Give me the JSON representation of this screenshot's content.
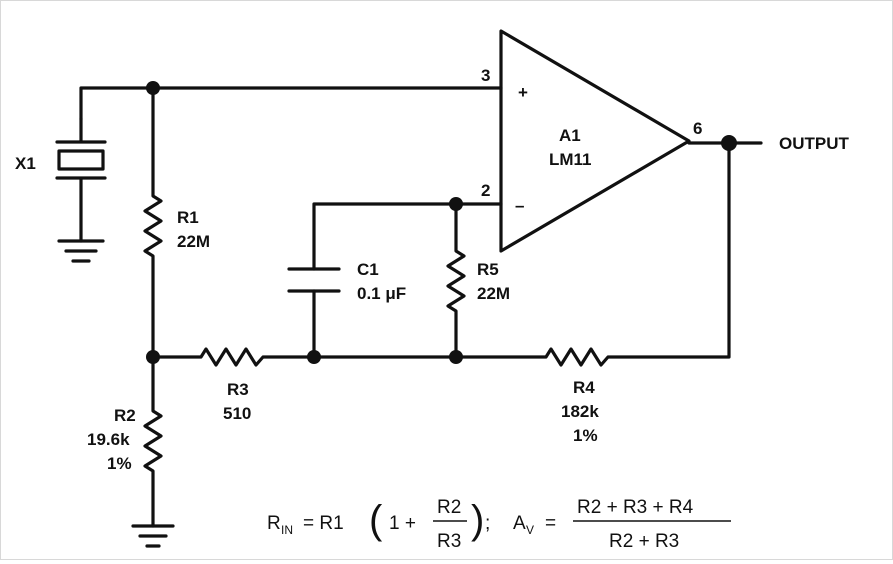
{
  "components": {
    "x1": {
      "ref": "X1"
    },
    "r1": {
      "ref": "R1",
      "value": "22M"
    },
    "r2": {
      "ref": "R2",
      "value": "19.6k",
      "tol": "1%"
    },
    "r3": {
      "ref": "R3",
      "value": "510"
    },
    "r4": {
      "ref": "R4",
      "value": "182k",
      "tol": "1%"
    },
    "r5": {
      "ref": "R5",
      "value": "22M"
    },
    "c1": {
      "ref": "C1",
      "value": "0.1 μF"
    },
    "a1": {
      "ref": "A1",
      "part": "LM11",
      "plus": "+",
      "minus": "–"
    }
  },
  "pins": {
    "p3": "3",
    "p2": "2",
    "p6": "6"
  },
  "output_label": "OUTPUT",
  "formula": {
    "rin_R": "R",
    "rin_sub": "IN",
    "rin_eq": "= R1",
    "rin_lparen": "(",
    "rin_one_plus": "1 +",
    "rin_num": "R2",
    "rin_den": "R3",
    "rin_rparen": ")",
    "sep": ";",
    "av_A": "A",
    "av_sub": "V",
    "av_eq": "=",
    "av_num": "R2 + R3 + R4",
    "av_den": "R2 + R3"
  }
}
